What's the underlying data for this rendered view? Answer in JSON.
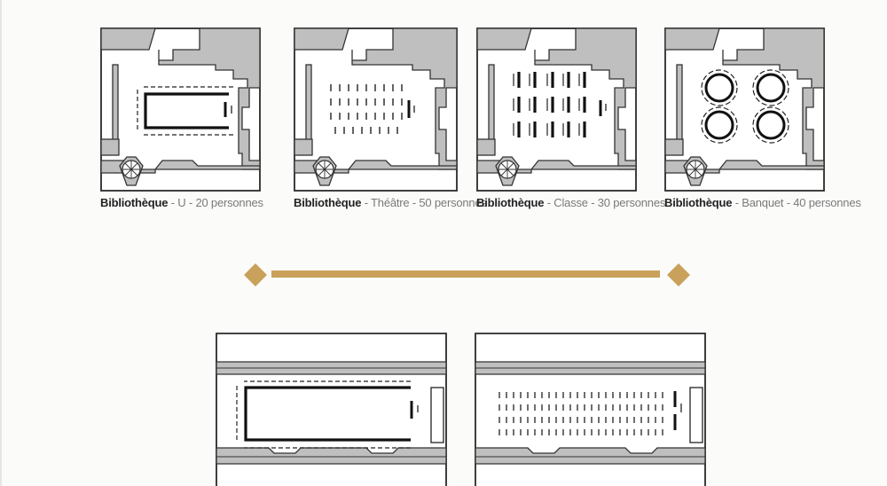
{
  "colors": {
    "wall": "#bfbfbf",
    "outline": "#2a2a2a",
    "accent": "#c9a15a"
  },
  "layouts": [
    {
      "room": "Bibliothèque",
      "layout": "U",
      "capacity": "20 personnes",
      "sep": " - "
    },
    {
      "room": "Bibliothèque",
      "layout": "Théâtre",
      "capacity": "50 personnes",
      "sep": " - "
    },
    {
      "room": "Bibliothèque",
      "layout": "Classe",
      "capacity": "30 personnes",
      "sep": " - "
    },
    {
      "room": "Bibliothèque",
      "layout": "Banquet",
      "capacity": "40 personnes",
      "sep": " - "
    }
  ],
  "divider": {
    "shape": "diamond-ended-bar"
  },
  "bottom_plans": [
    {
      "layout": "u-shape"
    },
    {
      "layout": "theatre"
    }
  ]
}
